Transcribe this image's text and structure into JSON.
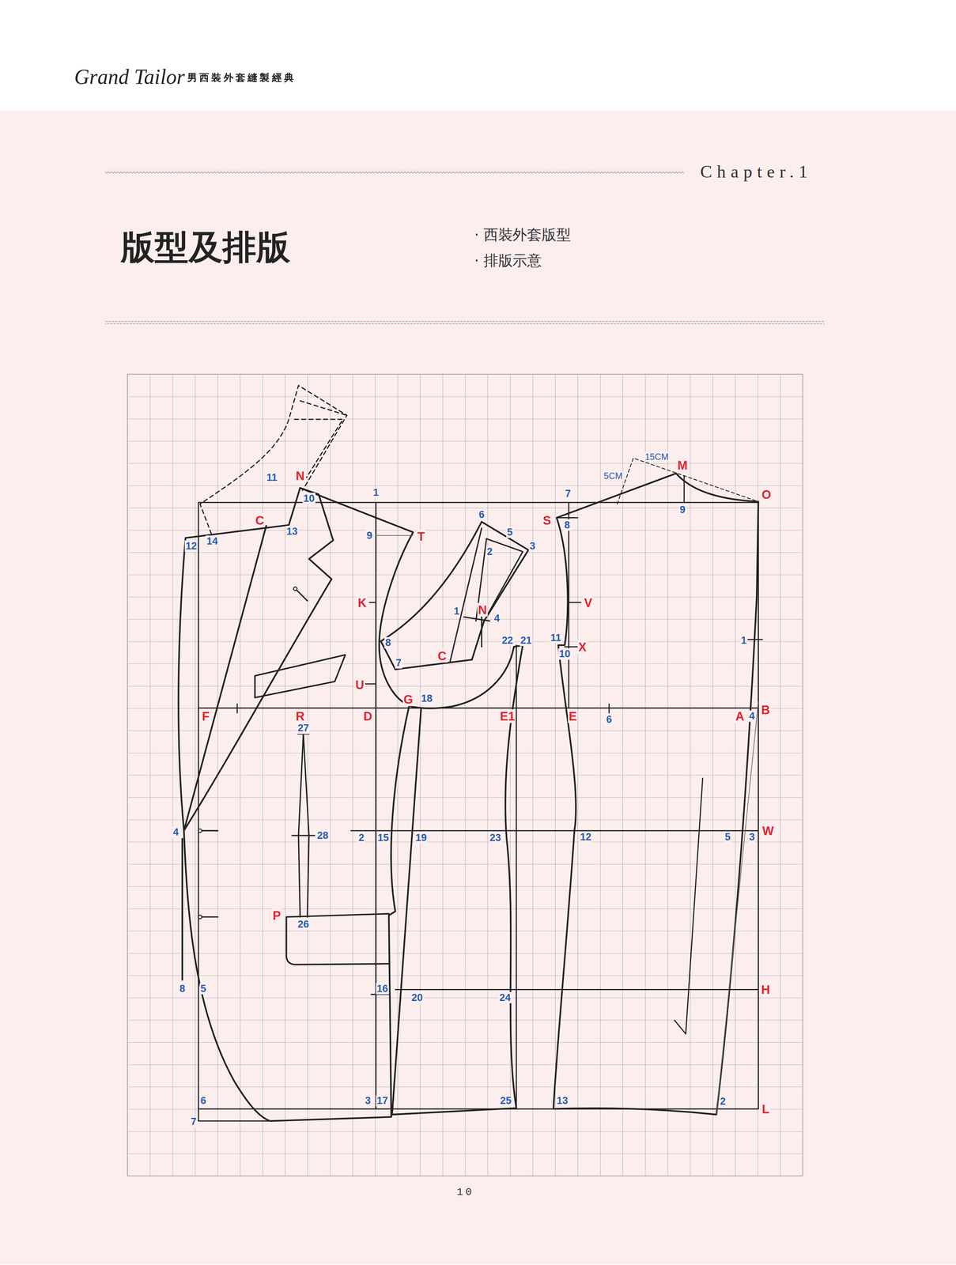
{
  "diagram": {
    "title": "版型及排版",
    "labels": [
      "Grand Tailor",
      "男西裝外套縫製經典",
      "Chapter.1",
      "· 西裝外套版型",
      "· 排版示意",
      "11",
      "N",
      "10",
      "C",
      "13",
      "12",
      "14",
      "1",
      "9",
      "T",
      "K",
      "U",
      "F",
      "R",
      "D",
      "27",
      "4",
      "28",
      "2",
      "15",
      "19",
      "P",
      "26",
      "8",
      "5",
      "16",
      "20",
      "6",
      "7",
      "3",
      "17",
      "6",
      "5",
      "2",
      "3",
      "1",
      "N",
      "4",
      "8",
      "7",
      "C",
      "22",
      "21",
      "G",
      "18",
      "E1",
      "23",
      "24",
      "25",
      "15CM",
      "5CM",
      "M",
      "O",
      "9",
      "7",
      "S",
      "8",
      "V",
      "11",
      "X",
      "10",
      "1",
      "E",
      "6",
      "A",
      "4",
      "B",
      "12",
      "5",
      "3",
      "W",
      "H",
      "13",
      "2",
      "L",
      "10"
    ]
  }
}
